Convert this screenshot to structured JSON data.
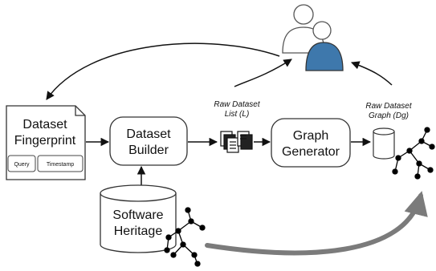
{
  "fingerprint": {
    "title_line1": "Dataset",
    "title_line2": "Fingerprint",
    "tag_query": "Query",
    "tag_timestamp": "Timestamp"
  },
  "builder": {
    "line1": "Dataset",
    "line2": "Builder"
  },
  "generator": {
    "line1": "Graph",
    "line2": "Generator"
  },
  "heritage": {
    "line1": "Software",
    "line2": "Heritage"
  },
  "raw_list": {
    "line1": "Raw Dataset",
    "line2": "List (L)"
  },
  "raw_graph": {
    "line1": "Raw Dataset",
    "line2": "Graph (Dg)"
  },
  "icons": {
    "users": "two-people-icon",
    "list": "stacked-documents-icon",
    "database": "cylinder-database-icon",
    "graph": "network-graph-icon"
  },
  "colors": {
    "user_front": "#3e78ac",
    "feedback_arrow": "#7b7b7b",
    "stroke": "#111111",
    "node": "#000000"
  }
}
